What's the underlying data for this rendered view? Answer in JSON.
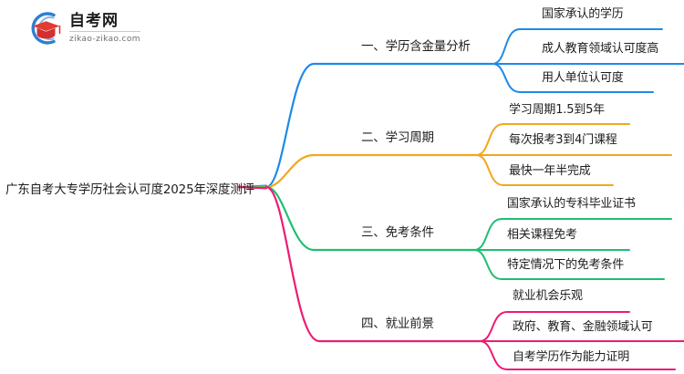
{
  "logo": {
    "name": "自考网",
    "domain": "zikao-zikao.com",
    "mark_icon": "graduation-cap-icon",
    "arc_color": "#2F7FD1",
    "cap_color": "#E03C34"
  },
  "mindmap": {
    "root": {
      "label": "广东自考大专学历社会认可度2025年深度测评"
    },
    "branches": [
      {
        "label": "一、学历含金量分析",
        "color": "#1E8AE8",
        "children": [
          {
            "label": "国家承认的学历"
          },
          {
            "label": "成人教育领域认可度高"
          },
          {
            "label": "用人单位认可度"
          }
        ]
      },
      {
        "label": "二、学习周期",
        "color": "#F0A81E",
        "children": [
          {
            "label": "学习周期1.5到5年"
          },
          {
            "label": "每次报考3到4门课程"
          },
          {
            "label": "最快一年半完成"
          }
        ]
      },
      {
        "label": "三、免考条件",
        "color": "#1FBE72",
        "children": [
          {
            "label": "国家承认的专科毕业证书"
          },
          {
            "label": "相关课程免考"
          },
          {
            "label": "特定情况下的免考条件"
          }
        ]
      },
      {
        "label": "四、就业前景",
        "color": "#EC1C74",
        "children": [
          {
            "label": "就业机会乐观"
          },
          {
            "label": "政府、教育、金融领域认可"
          },
          {
            "label": "自考学历作为能力证明"
          }
        ]
      }
    ]
  }
}
